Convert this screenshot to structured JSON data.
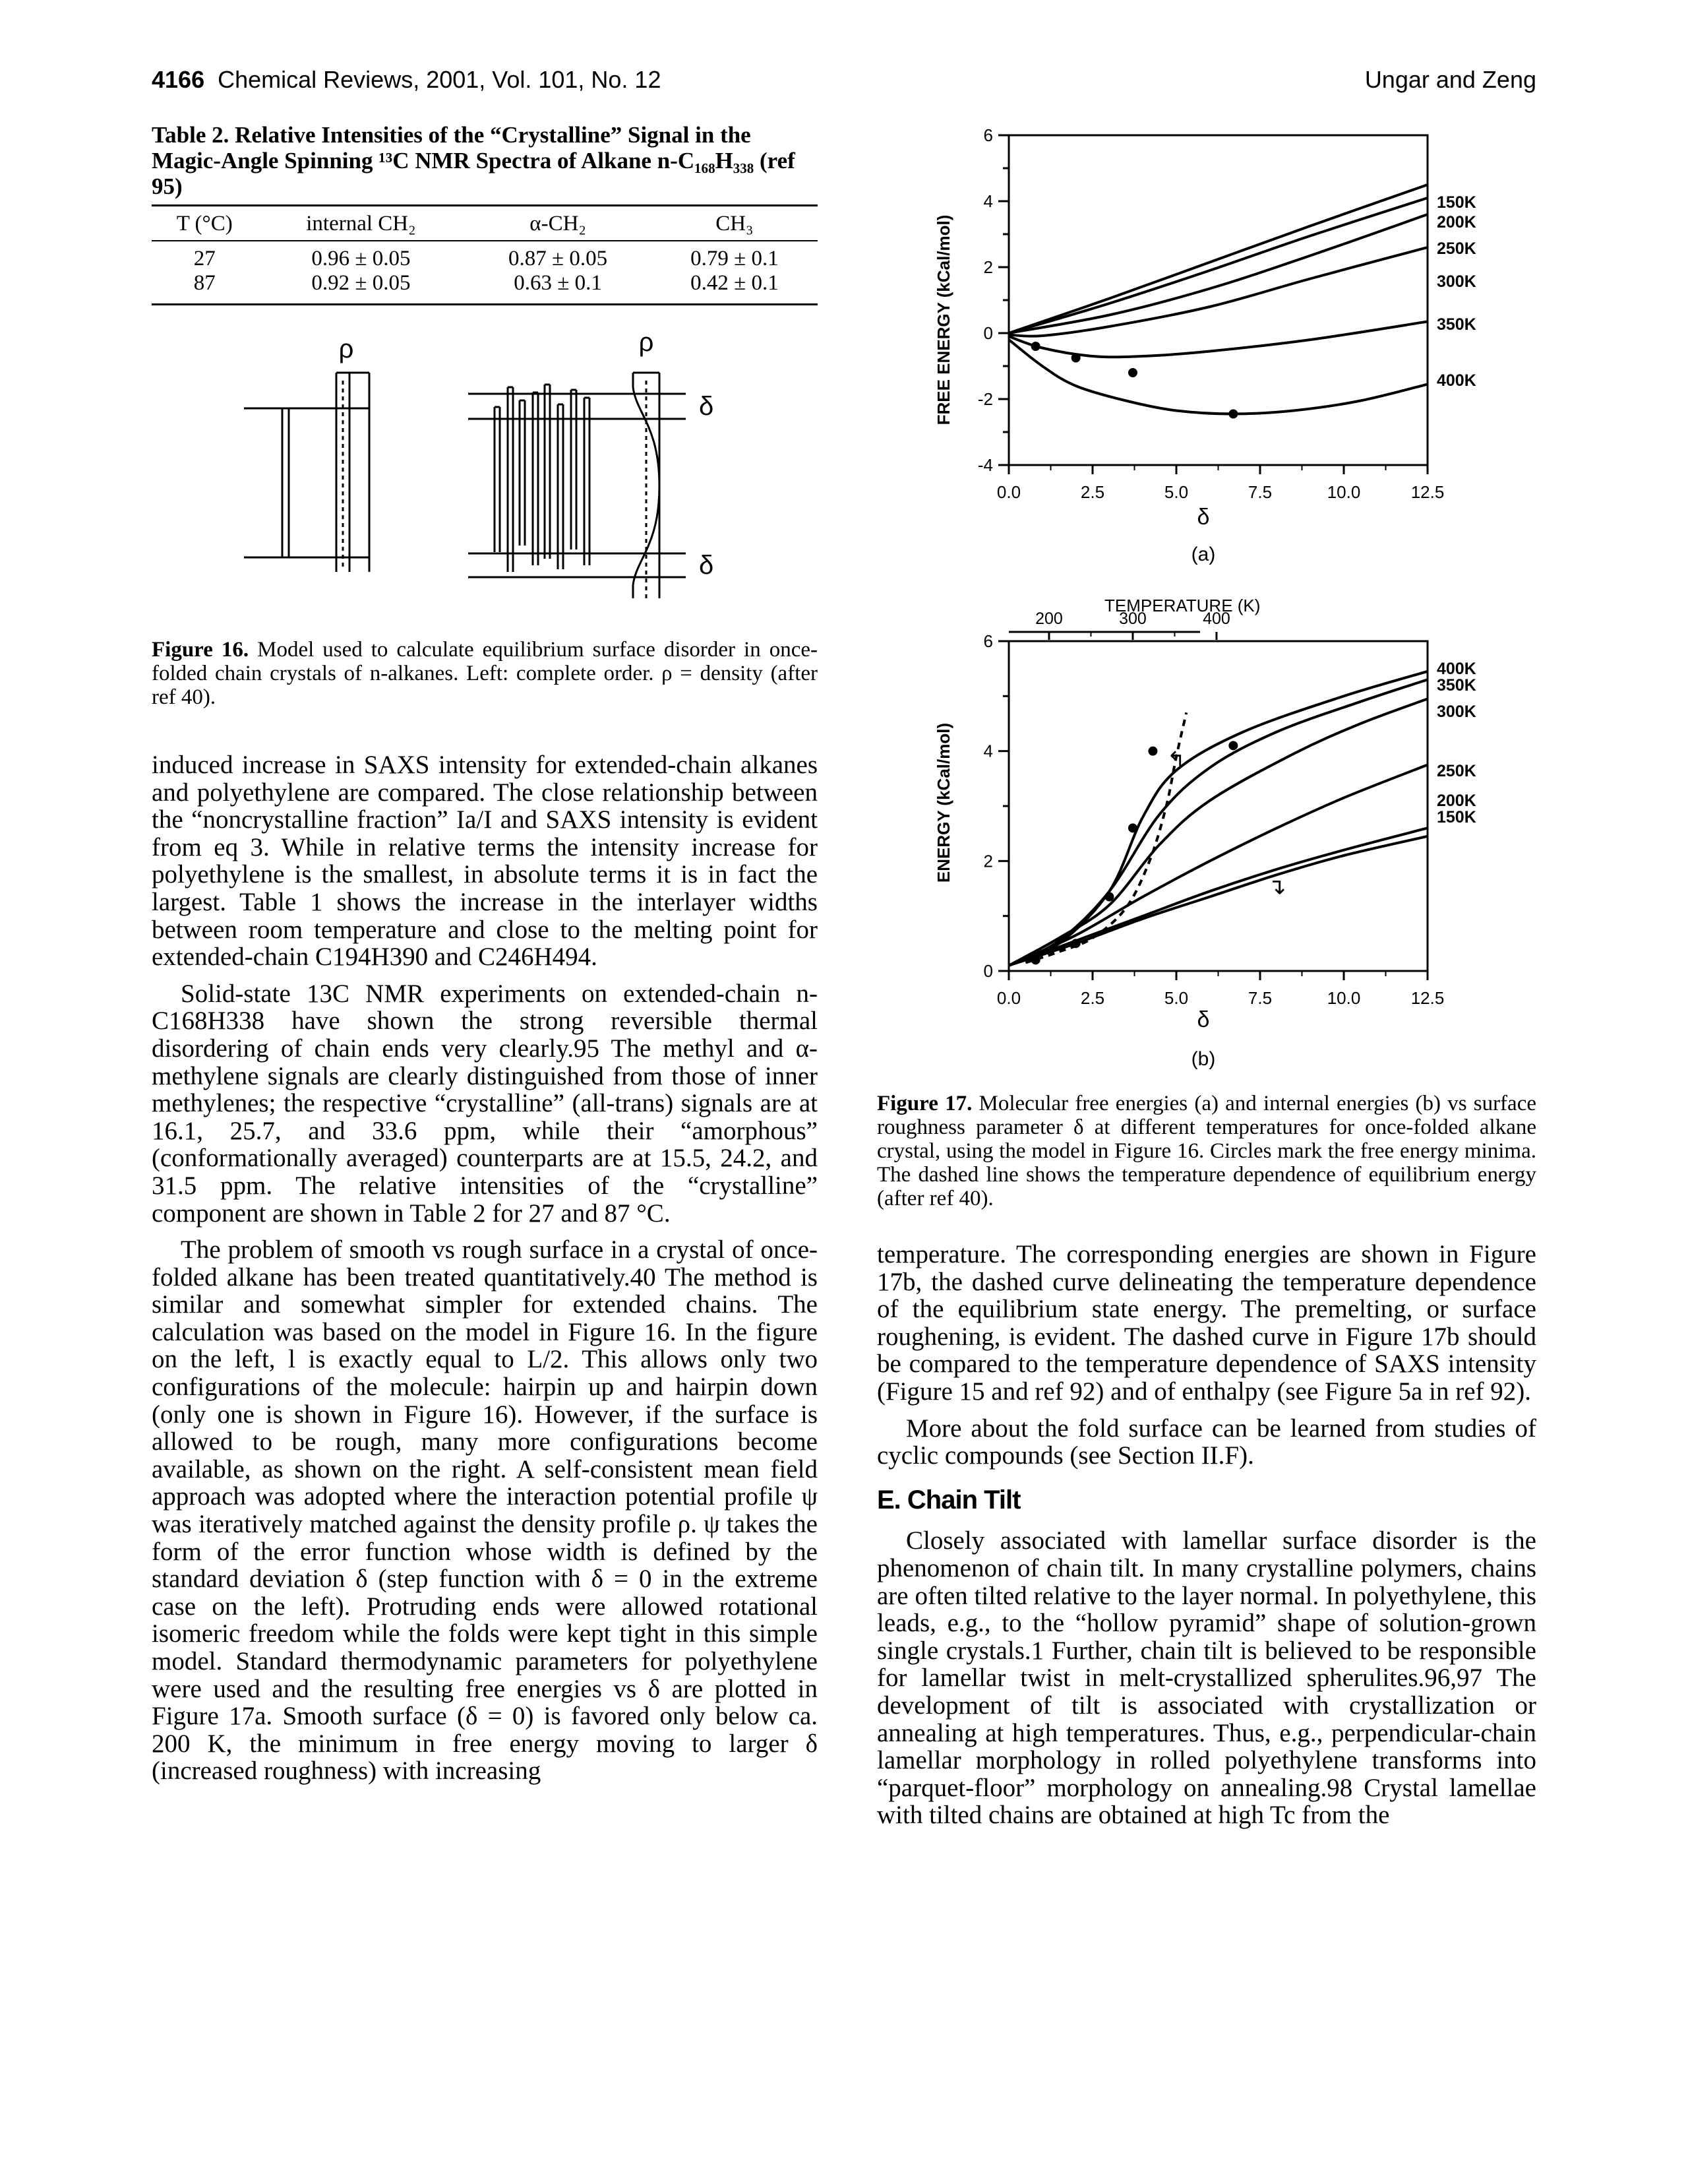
{
  "header": {
    "page_number": "4166",
    "journal": "Chemical Reviews, 2001, Vol. 101, No. 12",
    "authors": "Ungar and Zeng"
  },
  "table2": {
    "caption": "Table 2. Relative Intensities of the “Crystalline” Signal in the Magic-Angle Spinning ¹³C NMR Spectra of Alkane n-C₁₆₈H₃₃₈ (ref 95)",
    "columns": [
      "T (°C)",
      "internal CH₂",
      "α-CH₂",
      "CH₃"
    ],
    "rows": [
      [
        "27",
        "0.96 ± 0.05",
        "0.87 ± 0.05",
        "0.79 ± 0.1"
      ],
      [
        "87",
        "0.92 ± 0.05",
        "0.63 ± 0.1",
        "0.42 ± 0.1"
      ]
    ]
  },
  "figure16": {
    "labels": {
      "rho_left": "ρ",
      "rho_right": "ρ",
      "delta_top": "δ",
      "delta_bottom": "δ"
    },
    "caption_label": "Figure 16.",
    "caption_text": " Model used to calculate equilibrium surface disorder in once-folded chain crystals of n-alkanes. Left: complete order. ρ = density (after ref 40)."
  },
  "figure17": {
    "caption_label": "Figure 17.",
    "caption_text": " Molecular free energies (a) and internal energies (b) vs surface roughness parameter δ at different temperatures for once-folded alkane crystal, using the model in Figure 16. Circles mark the free energy minima. The dashed line shows the temperature dependence of equilibrium energy (after ref 40)."
  },
  "chart_data": [
    {
      "type": "line",
      "panel_label": "(a)",
      "xlabel": "δ",
      "ylabel": "FREE ENERGY (kCal/mol)",
      "xlim": [
        0,
        12.5
      ],
      "ylim": [
        -4,
        6
      ],
      "xticks": [
        "0.0",
        "2.5",
        "5.0",
        "7.5",
        "10.0",
        "12.5"
      ],
      "yticks": [
        "-4",
        "-2",
        "0",
        "2",
        "4",
        "6"
      ],
      "series": [
        {
          "name": "150K",
          "x": [
            0,
            3,
            6,
            9,
            12.5
          ],
          "y": [
            0,
            1.05,
            2.15,
            3.25,
            4.5
          ]
        },
        {
          "name": "200K",
          "x": [
            0,
            3,
            6,
            9,
            12.5
          ],
          "y": [
            0,
            0.9,
            1.9,
            2.95,
            4.1
          ]
        },
        {
          "name": "250K",
          "x": [
            0,
            3,
            6,
            9,
            12.5
          ],
          "y": [
            0,
            0.55,
            1.35,
            2.35,
            3.6
          ]
        },
        {
          "name": "300K",
          "x": [
            0,
            1,
            3,
            6,
            9,
            12.5
          ],
          "y": [
            -0.05,
            -0.08,
            0.2,
            0.8,
            1.65,
            2.6
          ]
        },
        {
          "name": "350K",
          "x": [
            0,
            1,
            2.5,
            4,
            6,
            9,
            12.5
          ],
          "y": [
            -0.1,
            -0.45,
            -0.7,
            -0.7,
            -0.55,
            -0.2,
            0.35
          ]
        },
        {
          "name": "400K",
          "x": [
            0,
            1,
            2,
            3.5,
            5,
            6.7,
            8.5,
            10.5,
            12.5
          ],
          "y": [
            -0.2,
            -1.0,
            -1.6,
            -2.05,
            -2.35,
            -2.45,
            -2.35,
            -2.05,
            -1.55
          ]
        }
      ],
      "minima": [
        {
          "x": 0.8,
          "y": -0.4
        },
        {
          "x": 2.0,
          "y": -0.75
        },
        {
          "x": 3.7,
          "y": -1.2
        },
        {
          "x": 6.7,
          "y": -2.45
        }
      ]
    },
    {
      "type": "line",
      "panel_label": "(b)",
      "xlabel": "δ",
      "ylabel": "ENERGY (kCal/mol)",
      "top_axis_label": "TEMPERATURE (K)",
      "top_ticks": [
        {
          "label": "200",
          "at_x": 1.2
        },
        {
          "label": "300",
          "at_x": 3.7
        },
        {
          "label": "400",
          "at_x": 6.2
        }
      ],
      "xlim": [
        0,
        12.5
      ],
      "ylim": [
        0,
        6
      ],
      "xticks": [
        "0.0",
        "2.5",
        "5.0",
        "7.5",
        "10.0",
        "12.5"
      ],
      "yticks": [
        "0",
        "2",
        "4",
        "6"
      ],
      "series": [
        {
          "name": "400K",
          "x": [
            0,
            1.5,
            3,
            4,
            5,
            7,
            10,
            12.5
          ],
          "y": [
            0.1,
            0.5,
            1.45,
            2.8,
            3.65,
            4.35,
            5.0,
            5.45
          ]
        },
        {
          "name": "350K",
          "x": [
            0,
            1.5,
            3,
            4.5,
            6,
            8,
            10.5,
            12.5
          ],
          "y": [
            0.1,
            0.55,
            1.45,
            2.85,
            3.7,
            4.35,
            4.9,
            5.3
          ]
        },
        {
          "name": "300K",
          "x": [
            0,
            1.5,
            3,
            4.5,
            6,
            8.5,
            10.5,
            12.5
          ],
          "y": [
            0.1,
            0.6,
            1.2,
            2.3,
            3.1,
            3.95,
            4.5,
            4.95
          ]
        },
        {
          "name": "250K",
          "x": [
            0,
            2,
            4,
            6,
            8,
            10,
            12.5
          ],
          "y": [
            0.1,
            0.65,
            1.35,
            2.0,
            2.6,
            3.15,
            3.75
          ]
        },
        {
          "name": "200K",
          "x": [
            0,
            2,
            4,
            6,
            8,
            10,
            12.5
          ],
          "y": [
            0.1,
            0.55,
            1.0,
            1.45,
            1.85,
            2.2,
            2.6
          ]
        },
        {
          "name": "150K",
          "x": [
            0,
            2,
            4,
            6,
            8,
            10,
            12.5
          ],
          "y": [
            0.1,
            0.5,
            0.95,
            1.35,
            1.75,
            2.1,
            2.45
          ]
        }
      ],
      "minima": [
        {
          "x": 0.8,
          "y": 0.2
        },
        {
          "x": 2.0,
          "y": 0.5
        },
        {
          "x": 3.0,
          "y": 1.35
        },
        {
          "x": 3.7,
          "y": 2.6
        },
        {
          "x": 4.3,
          "y": 4.0
        },
        {
          "x": 6.7,
          "y": 4.1
        }
      ],
      "dashed_curve": {
        "x": [
          0.5,
          1.5,
          2.5,
          3.5,
          4.2,
          4.7,
          5.0,
          5.3
        ],
        "y": [
          0.15,
          0.35,
          0.6,
          1.15,
          2.0,
          3.0,
          3.9,
          4.7
        ]
      }
    }
  ],
  "body_left": {
    "p1": "induced increase in SAXS intensity for extended-chain alkanes and polyethylene are compared. The close relationship between the “noncrystalline fraction” Ia/I and SAXS intensity is evident from eq 3. While in relative terms the intensity increase for polyethylene is the smallest, in absolute terms it is in fact the largest. Table 1 shows the increase in the interlayer widths between room temperature and close to the melting point for extended-chain C194H390 and C246H494.",
    "p2": "Solid-state 13C NMR experiments on extended-chain n-C168H338 have shown the strong reversible thermal disordering of chain ends very clearly.95 The methyl and α-methylene signals are clearly distinguished from those of inner methylenes; the respective “crystalline” (all-trans) signals are at 16.1, 25.7, and 33.6 ppm, while their “amorphous” (conformationally averaged) counterparts are at 15.5, 24.2, and 31.5 ppm. The relative intensities of the “crystalline” component are shown in Table 2 for 27 and 87 °C.",
    "p3": "The problem of smooth vs rough surface in a crystal of once-folded alkane has been treated quantitatively.40 The method is similar and somewhat simpler for extended chains. The calculation was based on the model in Figure 16. In the figure on the left, l is exactly equal to L/2. This allows only two configurations of the molecule: hairpin up and hairpin down (only one is shown in Figure 16). However, if the surface is allowed to be rough, many more configurations become available, as shown on the right. A self-consistent mean field approach was adopted where the interaction potential profile ψ was iteratively matched against the density profile ρ. ψ takes the form of the error function whose width is defined by the standard deviation δ (step function with δ = 0 in the extreme case on the left). Protruding ends were allowed rotational isomeric freedom while the folds were kept tight in this simple model. Standard thermodynamic parameters for polyethylene were used and the resulting free energies vs δ are plotted in Figure 17a. Smooth surface (δ = 0) is favored only below ca. 200 K, the minimum in free energy moving to larger δ (increased roughness) with increasing"
  },
  "body_right": {
    "p1": "temperature. The corresponding energies are shown in Figure 17b, the dashed curve delineating the temperature dependence of the equilibrium state energy. The premelting, or surface roughening, is evident. The dashed curve in Figure 17b should be compared to the temperature dependence of SAXS intensity (Figure 15 and ref 92) and of enthalpy (see Figure 5a in ref 92).",
    "p2": "More about the fold surface can be learned from studies of cyclic compounds (see Section II.F).",
    "section_heading": "E. Chain Tilt",
    "p3": "Closely associated with lamellar surface disorder is the phenomenon of chain tilt. In many crystalline polymers, chains are often tilted relative to the layer normal. In polyethylene, this leads, e.g., to the “hollow pyramid” shape of solution-grown single crystals.1 Further, chain tilt is believed to be responsible for lamellar twist in melt-crystallized spherulites.96,97 The development of tilt is associated with crystallization or annealing at high temperatures. Thus, e.g., perpendicular-chain lamellar morphology in rolled polyethylene transforms into “parquet-floor” morphology on annealing.98 Crystal lamellae with tilted chains are obtained at high Tc from the"
  }
}
